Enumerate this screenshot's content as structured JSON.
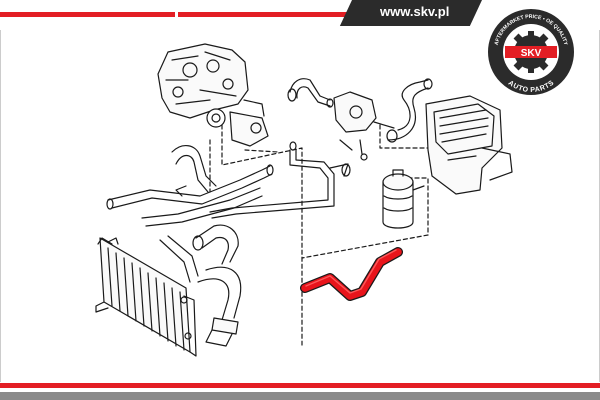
{
  "header": {
    "url": "www.skv.pl"
  },
  "logo": {
    "brand": "SKV",
    "ring_text_top": "AFTERMARKET PRICE • OE QUALITY",
    "ring_text_bottom": "AUTO PARTS"
  },
  "colors": {
    "accent_red": "#e31e24",
    "dark": "#2b2b2b",
    "line_art": "#1a1a1a",
    "highlighted_hose": "#e8141b"
  },
  "diagram": {
    "highlighted_part": "hose"
  }
}
